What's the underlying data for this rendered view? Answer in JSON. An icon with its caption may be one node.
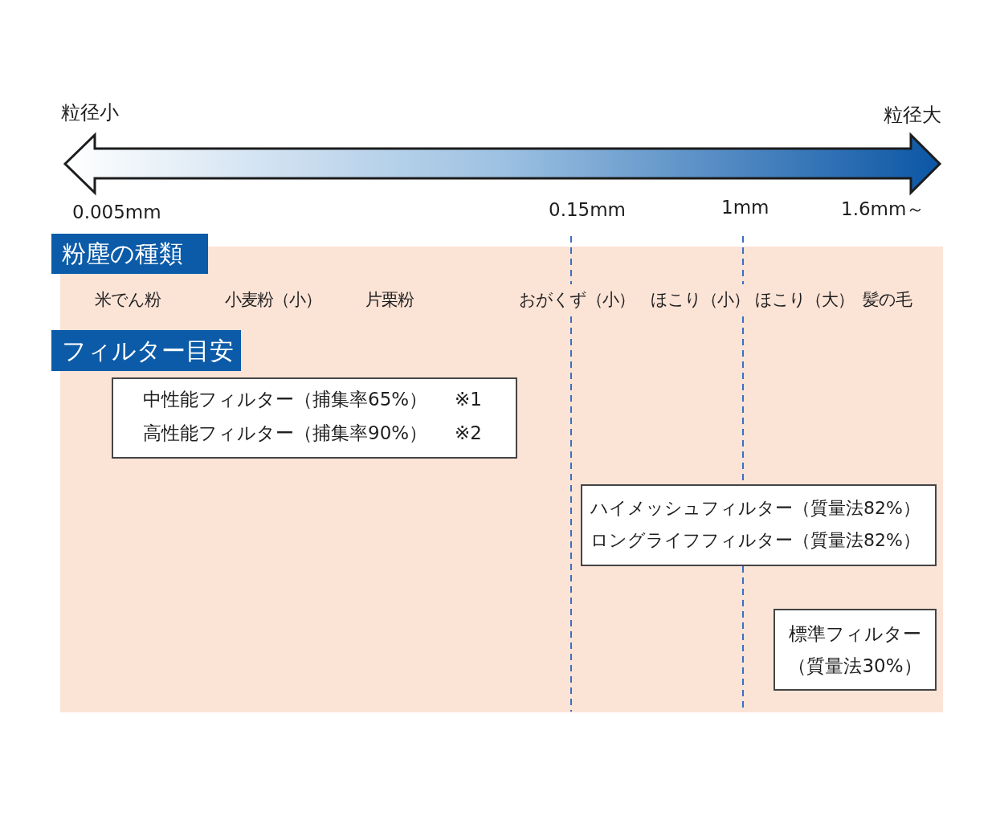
{
  "diagram": {
    "nodes": [
      {
        "text": [
          "粉塵の種類"
        ]
      },
      {
        "text": [
          "フィルター目安"
        ]
      },
      {
        "text": [
          "中性能フィルター（捕集率65%）",
          "※1",
          "高性能フィルター（捕集率90%）",
          "※2"
        ]
      },
      {
        "text": [
          "ハイメッシュフィルター（質量法82%）",
          "ロングライフフィルター（質量法82%）"
        ]
      },
      {
        "text": [
          "標準フィルター（質量法30%）"
        ]
      }
    ],
    "labels": [
      "粒径小",
      "粒径大",
      "0.005mm",
      "0.15mm",
      "1mm",
      "1.6mm～",
      "米でん粉",
      "小麦粉（小）",
      "片栗粉",
      "おがくず（小）",
      "ほこり（小）",
      "ほこり（大）",
      "髪の毛"
    ]
  }
}
